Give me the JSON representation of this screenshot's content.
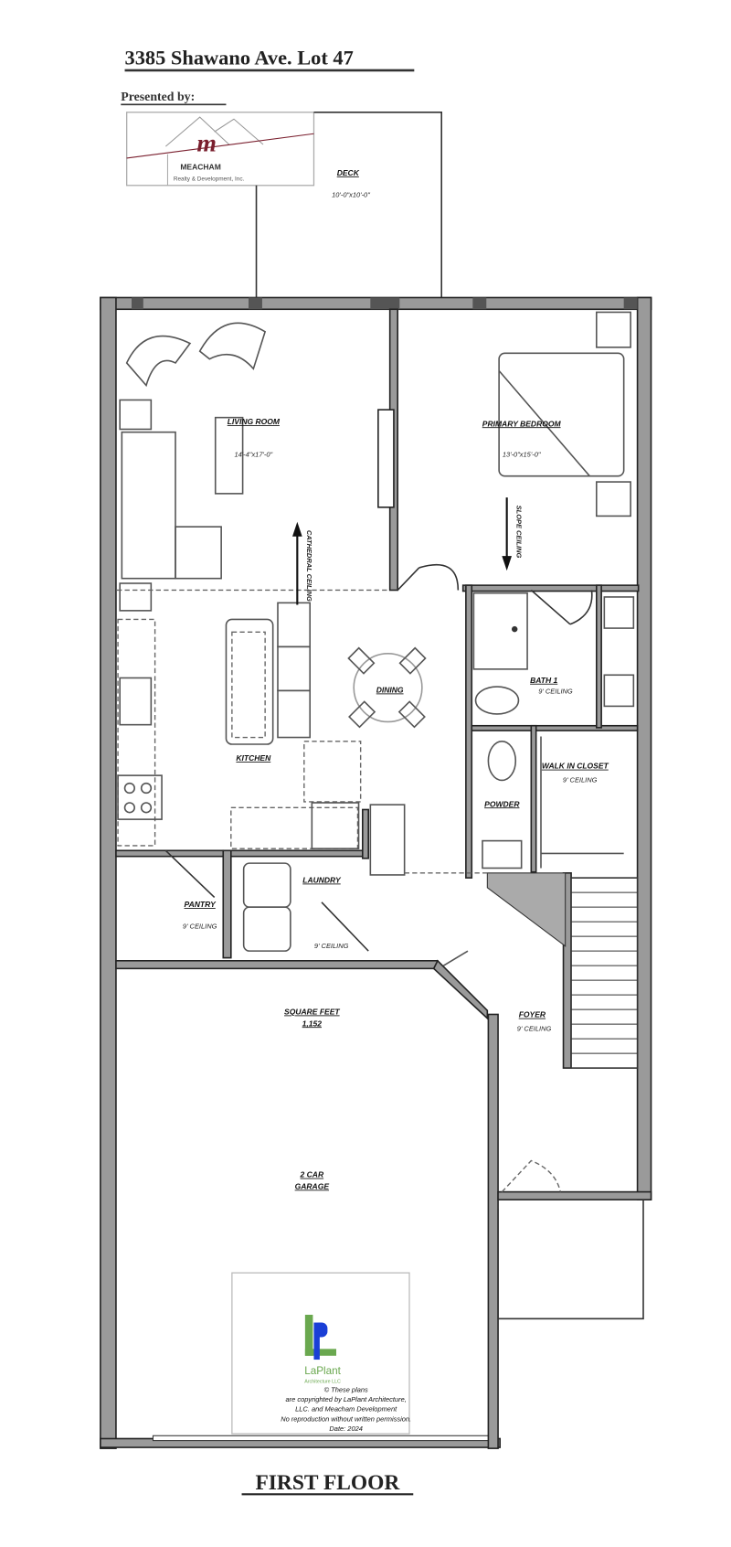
{
  "header": {
    "title": "3385 Shawano Ave. Lot 47",
    "presented_by": "Presented by:"
  },
  "logos": {
    "meacham": {
      "name": "MEACHAM",
      "tagline": "Realty & Development, Inc.",
      "color": "#7a1f2e"
    },
    "laplant": {
      "name": "LaPlant",
      "tagline": "Architecture LLC",
      "green": "#6aa84f",
      "blue": "#1a3fd6"
    }
  },
  "rooms": {
    "deck": {
      "name": "DECK",
      "size": "10'-0\"x10'-0\""
    },
    "living": {
      "name": "LIVING ROOM",
      "size": "14'-4\"x17'-0\""
    },
    "bedroom": {
      "name": "PRIMARY BEDROOM",
      "size": "13'-0\"x15'-0\""
    },
    "slope": "SLOPE CEILING",
    "cathedral": "CATHEDRAL CEILING",
    "kitchen": "KITCHEN",
    "dining": "DINING",
    "bath": {
      "name": "BATH 1",
      "ceiling": "9' CEILING"
    },
    "closet": {
      "name": "WALK IN CLOSET",
      "ceiling": "9' CEILING"
    },
    "powder": "POWDER",
    "pantry": {
      "name": "PANTRY",
      "ceiling": "9' CEILING"
    },
    "laundry": {
      "name": "LAUNDRY",
      "ceiling": "9' CEILING"
    },
    "sqft": {
      "label": "SQUARE FEET",
      "value": "1,152"
    },
    "foyer": {
      "name": "FOYER",
      "ceiling": "9' CEILING"
    },
    "garage": {
      "name": "2 CAR",
      "name2": "GARAGE"
    }
  },
  "copyright": {
    "line1": "© These plans",
    "line2": "are copyrighted by LaPlant Architecture,",
    "line3": "LLC. and Meacham Development",
    "line4": "No reproduction without written permission.",
    "line5": "Date: 2024"
  },
  "footer": {
    "floor_label": "FIRST FLOOR"
  }
}
